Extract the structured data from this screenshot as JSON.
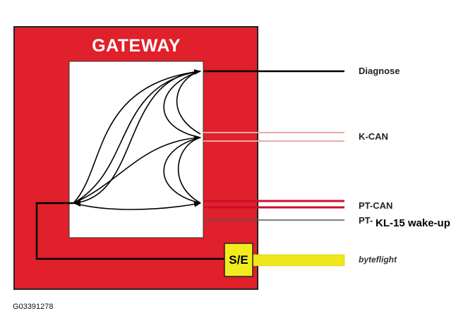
{
  "gateway": {
    "title": "GATEWAY",
    "box_color": "#e0202a",
    "se_label": "S/E",
    "se_color": "#f2ec1c"
  },
  "buses": {
    "diagnose": "Diagnose",
    "kcan": "K-CAN",
    "ptcan": "PT-CAN",
    "pt_prefix": "PT-",
    "kl15": "KL-15 wake-up",
    "byteflight": "byteflight"
  },
  "figure_id": "G03391278",
  "colors": {
    "byteflight_line": "#f0e81a",
    "ptcan_line": "#c8102e",
    "kcan_line": "#e8b0b0"
  }
}
